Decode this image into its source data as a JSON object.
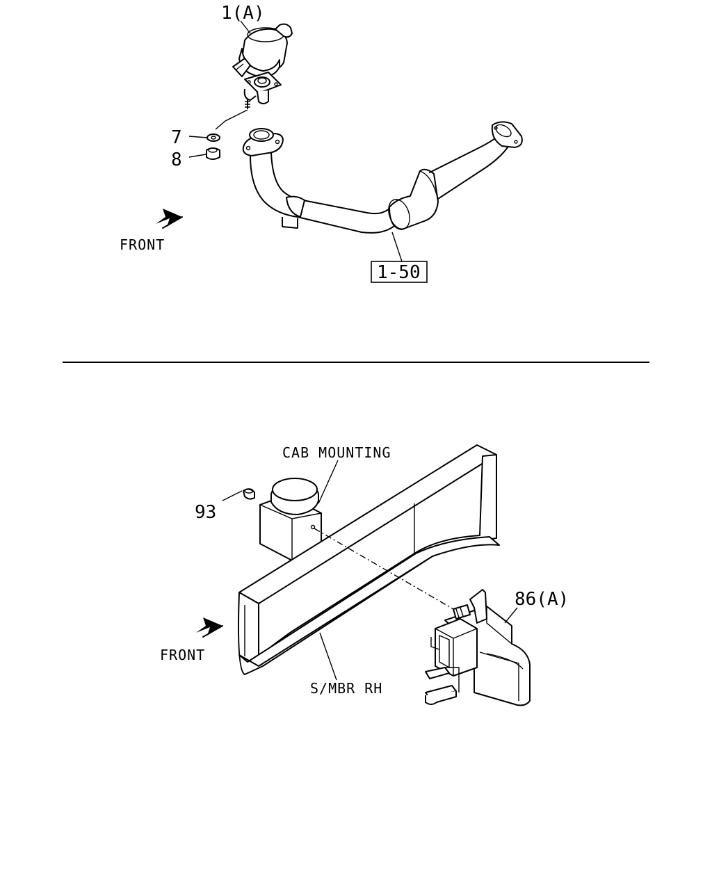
{
  "top_diagram": {
    "callouts": {
      "part_1a": "1(A)",
      "part_7": "7",
      "part_8": "8",
      "ref_box": "1-50"
    },
    "front_label": "FRONT"
  },
  "bottom_diagram": {
    "callouts": {
      "cab_mounting": "CAB MOUNTING",
      "part_93": "93",
      "part_86a": "86(A)",
      "frame_member": "S/MBR RH"
    },
    "front_label": "FRONT"
  }
}
